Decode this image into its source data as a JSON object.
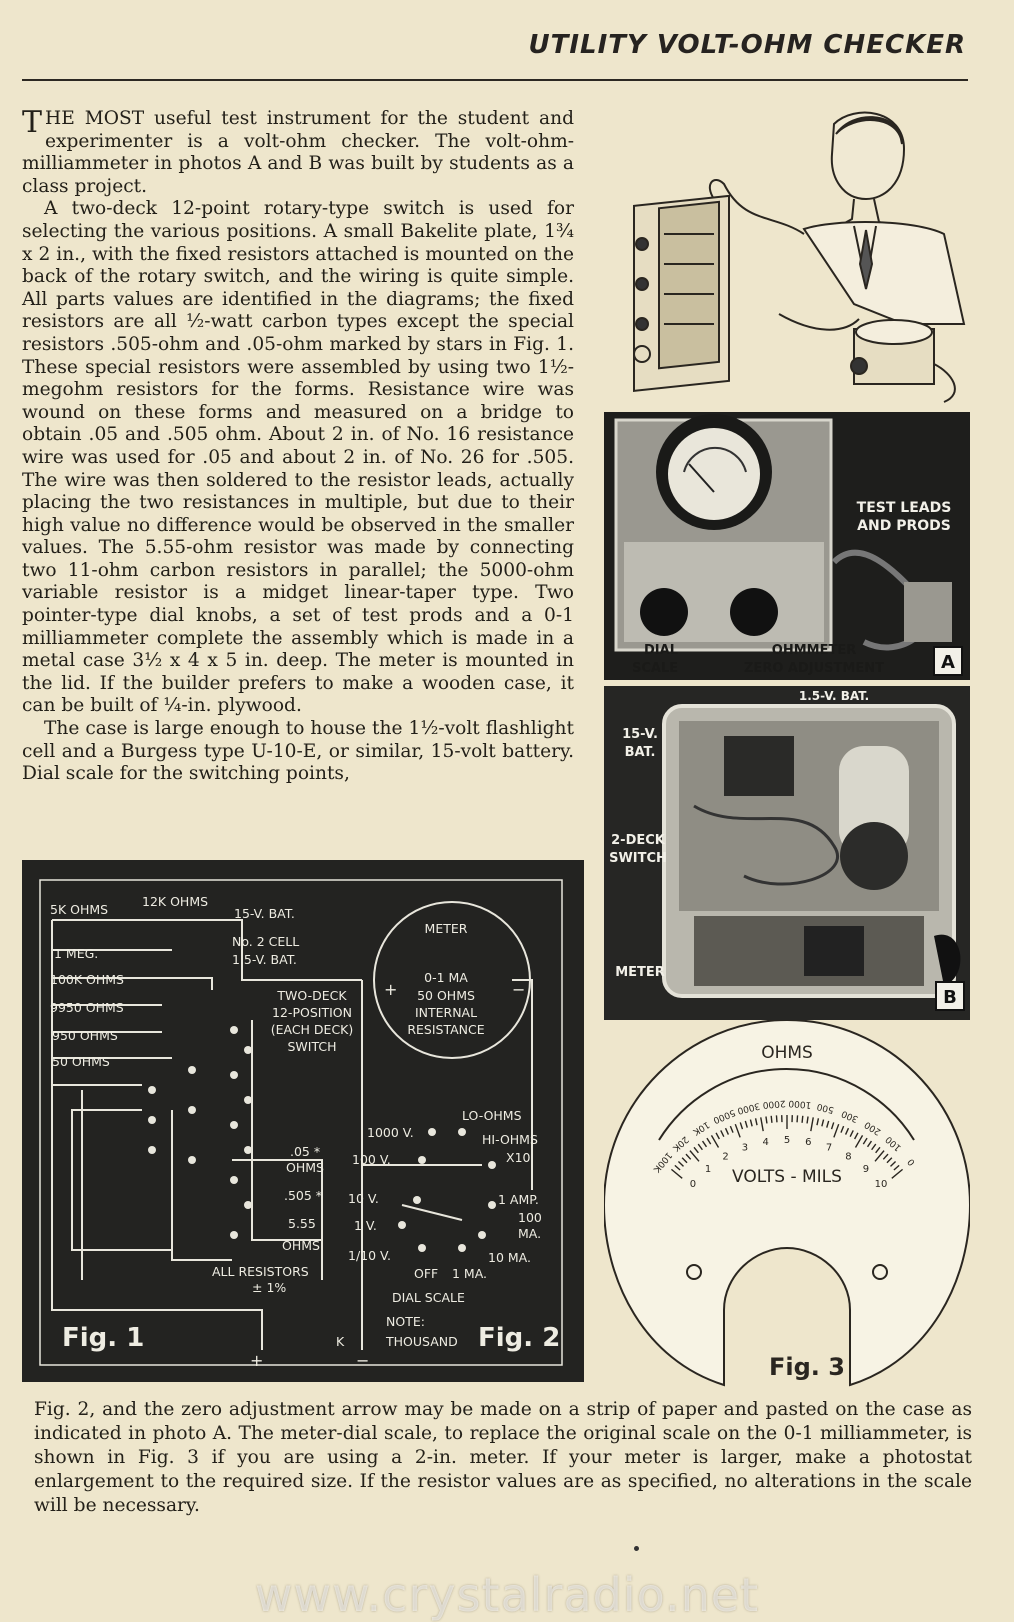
{
  "header": {
    "title": "UTILITY VOLT-OHM CHECKER"
  },
  "article": {
    "dropcap": "T",
    "paragraph1": "HE MOST useful test instrument for the student and experimenter is a volt-ohm checker. The volt-ohm-milliammeter in photos A and B was built by students as a class project.",
    "paragraph2": "A two-deck 12-point rotary-type switch is used for selecting the various positions. A small Bakelite plate, 1¾ x 2 in., with the fixed resistors attached is mounted on the back of the rotary switch, and the wiring is quite simple. All parts values are identified in the diagrams; the fixed resistors are all ½-watt carbon types except the special resistors .505-ohm and .05-ohm marked by stars in Fig. 1. These special resistors were assembled by using two 1½-megohm resistors for the forms. Resistance wire was wound on these forms and measured on a bridge to obtain .05 and .505 ohm. About 2 in. of No. 16 resistance wire was used for .05 and about 2 in. of No. 26 for .505. The wire was then soldered to the resistor leads, actually placing the two resistances in multiple, but due to their high value no difference would be observed in the smaller values. The 5.55-ohm resistor was made by connecting two 11-ohm carbon resistors in parallel; the 5000-ohm variable resistor is a midget linear-taper type. Two pointer-type dial knobs, a set of test prods and a 0-1 milliammeter complete the assembly which is made in a metal case 3½ x 4 x 5 in. deep. The meter is mounted in the lid. If the builder prefers to make a wooden case, it can be built of ¼-in. plywood.",
    "paragraph3": "The case is large enough to house the 1½-volt flashlight cell and a Burgess type U-10-E, or similar, 15-volt battery. Dial scale for the switching points,",
    "continuation": "Fig. 2, and the zero adjustment arrow may be made on a strip of paper and pasted on the case as indicated in photo A. The meter-dial scale, to replace the original scale on the 0-1 milliammeter, is shown in Fig. 3 if you are using a 2-in. meter. If your meter is larger, make a photostat enlargement to the required size. If the resistor values are as specified, no alterations in the scale will be necessary."
  },
  "photo_a": {
    "test_leads": "TEST LEADS",
    "and_prods": "AND PRODS",
    "dial": "DIAL",
    "scale": "SCALE",
    "ohmmeter": "OHMMETER",
    "zero_adjustment": "ZERO ADJUSTMENT",
    "tag": "A"
  },
  "photo_b": {
    "bat_top": "1.5-V. BAT.",
    "bat15a": "15-V.",
    "bat15b": "BAT.",
    "deck_a": "2-DECK",
    "deck_b": "SWITCH",
    "meter": "METER",
    "tag": "B"
  },
  "fig1": {
    "r5k": "5K OHMS",
    "r12k": "12K OHMS",
    "bat15": "15-V. BAT.",
    "meg": "1 MEG.",
    "cell_a": "No. 2 CELL",
    "cell_b": "1.5-V. BAT.",
    "r100k": "100K OHMS",
    "r9950": "9950 OHMS",
    "r950": "950 OHMS",
    "r50": "50 OHMS",
    "sw1": "TWO-DECK",
    "sw2": "12-POSITION",
    "sw3": "(EACH DECK)",
    "sw4": "SWITCH",
    "meter_title": "METER",
    "meter1": "0-1 MA",
    "meter2": "50 OHMS",
    "meter3": "INTERNAL",
    "meter4": "RESISTANCE",
    "plus": "+",
    "minus": "−",
    "r05": ".05 *",
    "r05b": "OHMS",
    "r505": ".505 *",
    "r555": "5.55",
    "r555b": "OHMS",
    "allres": "ALL RESISTORS",
    "tol": "± 1%",
    "label": "Fig. 1"
  },
  "fig2": {
    "v1000": "1000 V.",
    "v100": "100 V.",
    "v10": "10 V.",
    "v1": "1 V.",
    "v110": "1/10 V.",
    "lo": "LO-OHMS",
    "hi": "HI-OHMS",
    "x10": "X10",
    "amp": "1 AMP.",
    "ma100": "100",
    "ma100b": "MA.",
    "ma10": "10 MA.",
    "off": "OFF",
    "ma1": "1 MA.",
    "dial": "DIAL SCALE",
    "note": "NOTE:",
    "k": "K",
    "thousand": "THOUSAND",
    "label": "Fig. 2"
  },
  "fig3": {
    "ohms": "OHMS",
    "volts": "VOLTS - MILS",
    "ohm_ticks": [
      "100K",
      "20K",
      "10K",
      "5000",
      "3000",
      "2000",
      "1000",
      "500",
      "300",
      "200",
      "100",
      "0"
    ],
    "volt_ticks": [
      "0",
      "1",
      "2",
      "3",
      "4",
      "5",
      "6",
      "7",
      "8",
      "9",
      "10"
    ],
    "label": "Fig. 3"
  },
  "watermark": "www.crystalradio.net"
}
